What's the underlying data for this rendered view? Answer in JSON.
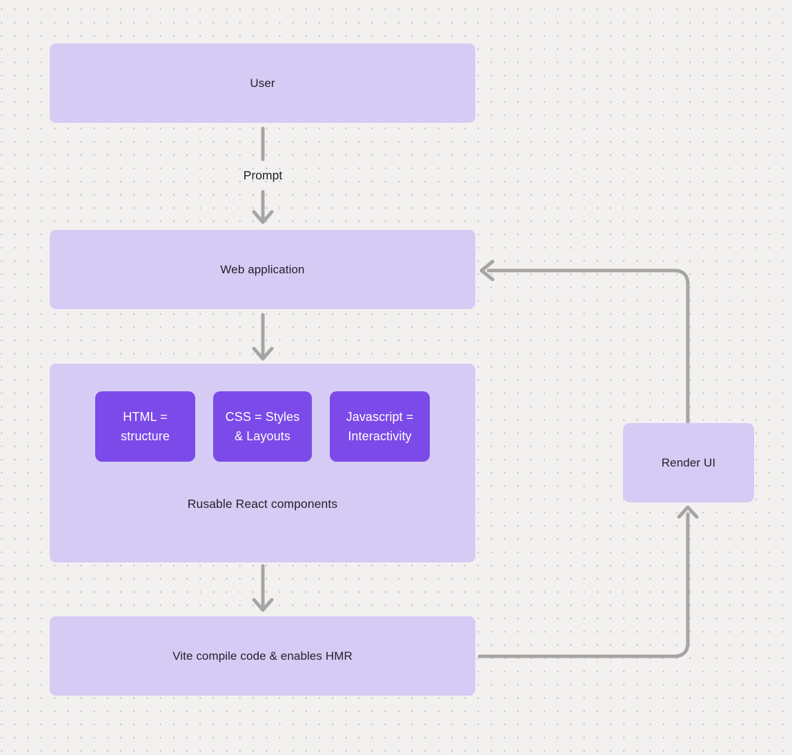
{
  "colors": {
    "bg": "#f2f1f0",
    "dot": "#c9c8c7",
    "box_fill": "#d6cbf4",
    "inner_fill": "#7b4ae8",
    "arrow": "#a6a5a4",
    "text_dark": "#22222b",
    "text_light": "#ffffff"
  },
  "nodes": {
    "user": {
      "label": "User"
    },
    "web_application": {
      "label": "Web application"
    },
    "components": {
      "label": "Rusable React components",
      "items": [
        {
          "label": "HTML = structure"
        },
        {
          "label": "CSS = Styles & Layouts"
        },
        {
          "label": "Javascript = Interactivity"
        }
      ]
    },
    "vite": {
      "label": "Vite compile code & enables HMR"
    },
    "render_ui": {
      "label": "Render UI"
    }
  },
  "edges": {
    "prompt_label": "Prompt"
  }
}
